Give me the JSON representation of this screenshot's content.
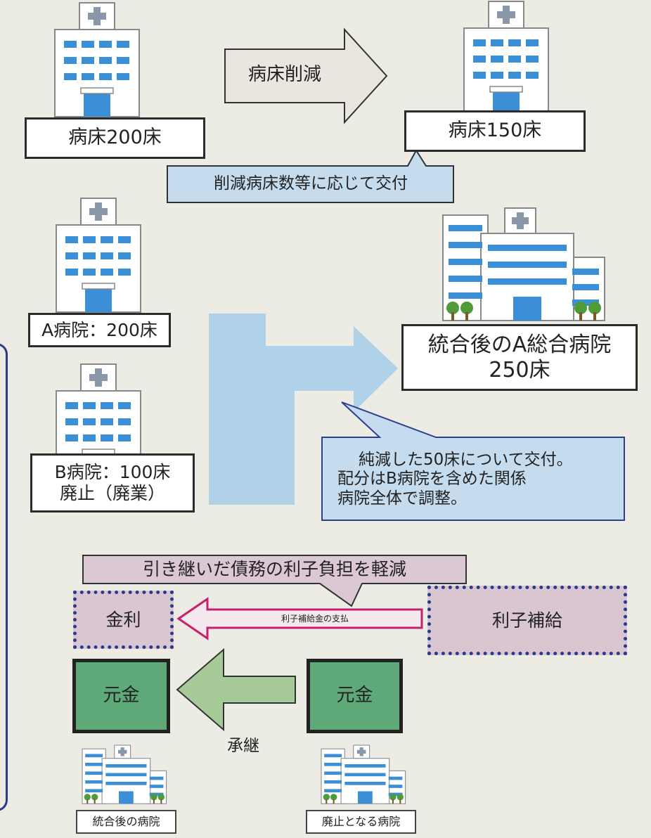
{
  "section1": {
    "left_box": "病床200床",
    "arrow_label": "病床削減",
    "right_box": "病床150床",
    "callout": "削減病床数等に応じて交付"
  },
  "section2": {
    "hospital_a": "A病院：200床",
    "hospital_b_line1": "B病院：100床",
    "hospital_b_line2": "廃止（廃業）",
    "merged_line1": "統合後のA総合病院",
    "merged_line2": "250床",
    "callout_line1": "純減した50床について交付。",
    "callout_line2": "配分はB病院を含めた関係",
    "callout_line3": "病院全体で調整。"
  },
  "section3": {
    "banner": "引き継いだ債務の利子負担を軽減",
    "interest_box": "金利",
    "payment_arrow": "利子補給金の支払",
    "subsidy_box": "利子補給",
    "principal_left": "元金",
    "principal_right": "元金",
    "succession": "承継",
    "caption_left": "統合後の病院",
    "caption_right": "廃止となる病院"
  },
  "colors": {
    "background": "#ecebe4",
    "callout_blue": "#c5dcee",
    "big_arrow_blue": "#a9cfe8",
    "banner_pink": "#dcc8d4",
    "principal_green": "#5fa877",
    "dotted_border": "#2a3a8e",
    "payment_arrow_border": "#c8206c"
  },
  "icons": [
    "hospital-building-icon",
    "general-hospital-icon",
    "medical-cross-icon"
  ]
}
